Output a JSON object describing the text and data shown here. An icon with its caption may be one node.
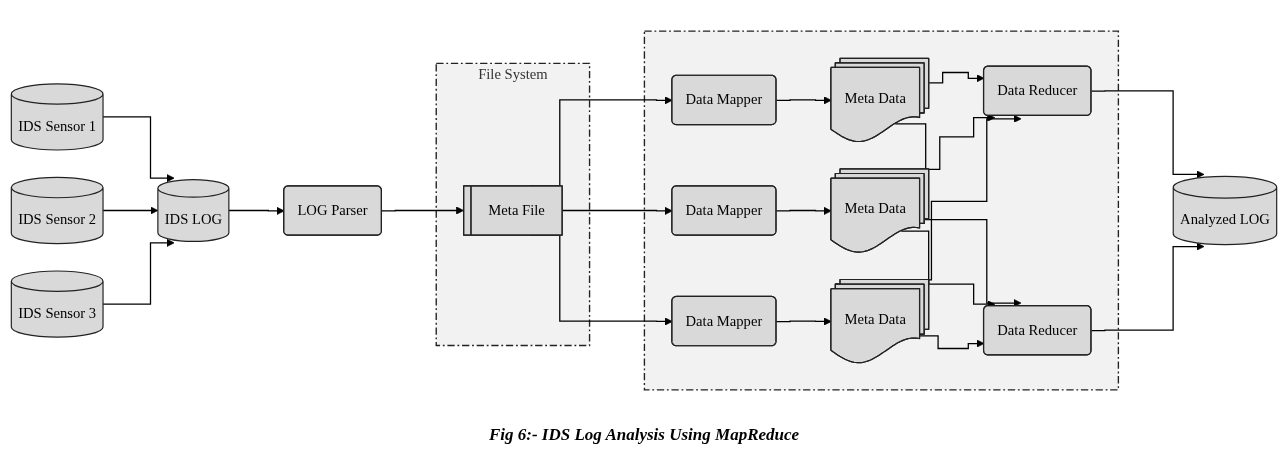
{
  "diagram": {
    "caption": "Fig 6:- IDS Log Analysis Using MapReduce",
    "nodes": [
      {
        "text": [
          "IDS Sensor 1"
        ]
      },
      {
        "text": [
          "IDS Sensor 2"
        ]
      },
      {
        "text": [
          "IDS LOG"
        ]
      },
      {
        "text": [
          "IDS Sensor 3"
        ]
      },
      {
        "text": [
          "LOG Parser"
        ]
      },
      {
        "text": [
          "File System"
        ]
      },
      {
        "text": [
          "Meta File"
        ],
        "in": 5
      },
      {
        "text": [],
        "shape": "box"
      },
      {
        "text": [
          "Data Mapper"
        ],
        "in": 7
      },
      {
        "text": [
          "Meta Data"
        ],
        "in": 7
      },
      {
        "text": [
          "Data Mapper"
        ],
        "in": 7
      },
      {
        "text": [
          "Meta Data"
        ],
        "in": 7
      },
      {
        "text": [
          "Data Mapper"
        ],
        "in": 7
      },
      {
        "text": [
          "Meta Data"
        ],
        "in": 7
      },
      {
        "text": [
          "Data Reducer"
        ],
        "in": 7
      },
      {
        "text": [
          "Data Reducer"
        ],
        "in": 7
      },
      {
        "text": [
          "Analyzed LOG"
        ]
      }
    ],
    "edges": [
      {
        "from": 0,
        "to": 2,
        "arrow": "to"
      },
      {
        "from": 1,
        "to": 2,
        "arrow": "to"
      },
      {
        "from": 3,
        "to": 2,
        "arrow": "to"
      },
      {
        "from": 2,
        "to": 4,
        "arrow": "to"
      },
      {
        "from": 4,
        "to": 6,
        "arrow": "to"
      },
      {
        "from": 6,
        "to": 8,
        "arrow": "to"
      },
      {
        "from": 6,
        "to": 10,
        "arrow": "to"
      },
      {
        "from": 6,
        "to": 12,
        "arrow": "to"
      },
      {
        "from": 8,
        "to": 9,
        "arrow": "to"
      },
      {
        "from": 10,
        "to": 11,
        "arrow": "to"
      },
      {
        "from": 12,
        "to": 13,
        "arrow": "to"
      },
      {
        "from": 9,
        "to": 14,
        "arrow": "to"
      },
      {
        "from": 9,
        "to": 15,
        "arrow": "to"
      },
      {
        "from": 11,
        "to": 14,
        "arrow": "to"
      },
      {
        "from": 11,
        "to": 15,
        "arrow": "to"
      },
      {
        "from": 13,
        "to": 14,
        "arrow": "to"
      },
      {
        "from": 13,
        "to": 15,
        "arrow": "to"
      },
      {
        "from": 14,
        "to": 16,
        "arrow": "to"
      },
      {
        "from": 15,
        "to": 16,
        "arrow": "to"
      }
    ]
  }
}
